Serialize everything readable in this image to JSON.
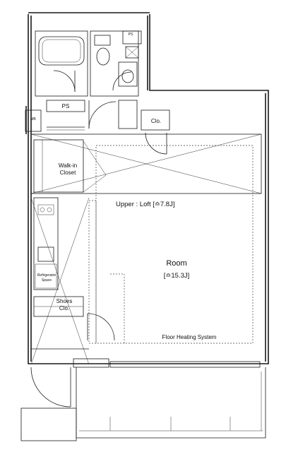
{
  "labels": {
    "ps_top": "PS",
    "ps_mid": "PS",
    "mb": "MB",
    "clo_right": "Clo.",
    "walk_in_line1": "Walk-in",
    "walk_in_line2": "Closet",
    "loft": "Upper : Loft [≏7.8J]",
    "room_name": "Room",
    "room_area": "[≏15.3J]",
    "fridge_line1": "Refrigerator",
    "fridge_line2": "Space",
    "shoes_line1": "Shoes",
    "shoes_line2": "Clo.",
    "floor_heating": "Floor Heating System"
  }
}
